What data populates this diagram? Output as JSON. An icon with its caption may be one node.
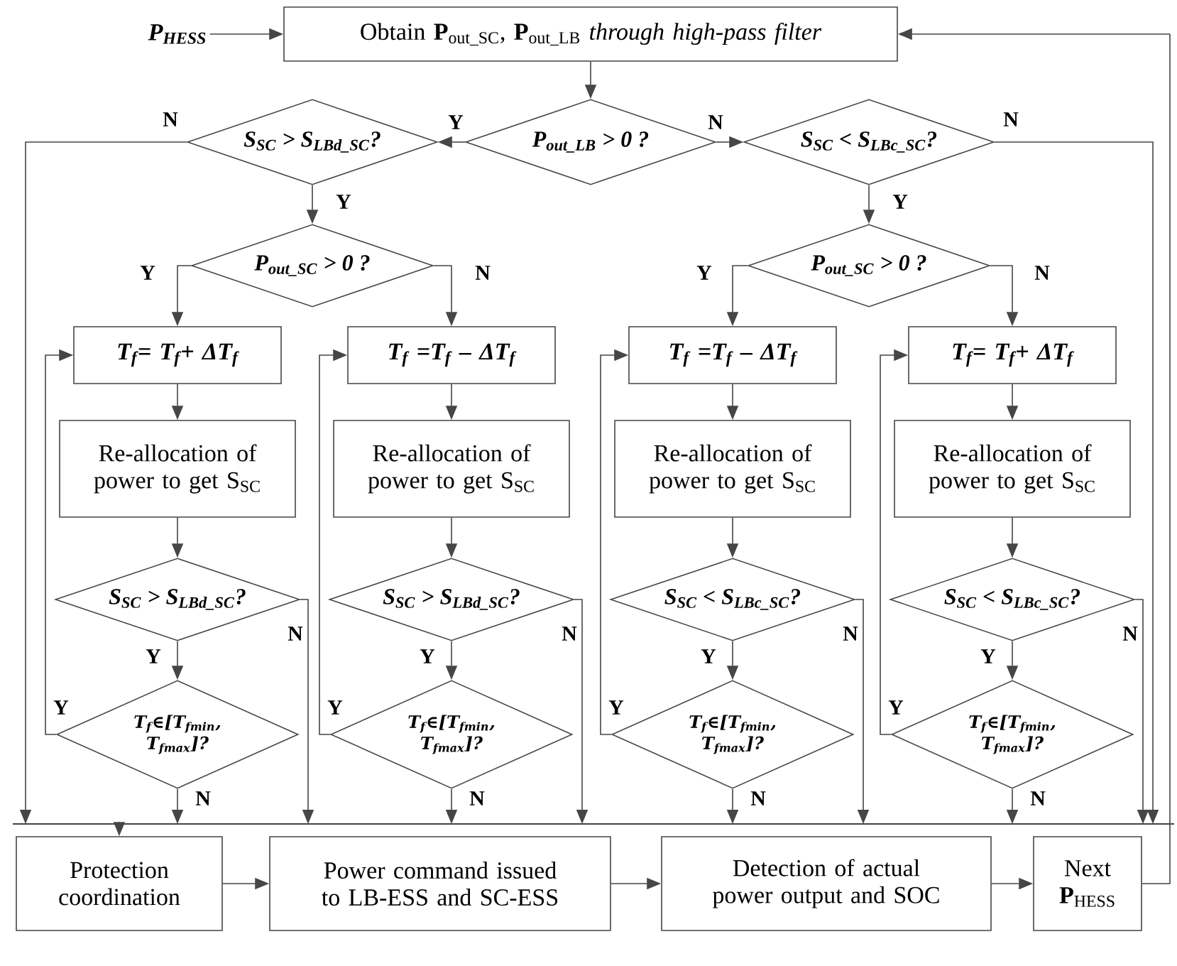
{
  "diagram": {
    "nodes": [
      {
        "text": [
          "P$_{HESS}$"
        ]
      },
      {
        "text": [
          "Obtain **P**$_{out_SC}$, **P**$_{out_LB}$ *through high-pass filter*"
        ]
      },
      {
        "text": [
          "P$_{out_LB}$ > 0 ?"
        ]
      },
      {
        "text": [
          "S$_{SC}$ > S$_{LBd_SC}$?"
        ]
      },
      {
        "text": [
          "S$_{SC}$ < S$_{LBc_SC}$?"
        ]
      },
      {
        "text": [
          "P$_{out_SC}$ > 0 ?"
        ]
      },
      {
        "text": [
          "P$_{out_SC}$ > 0 ?"
        ]
      },
      {
        "text": [
          "T$_{f}$= T$_{f}$+ ΔT$_{f}$"
        ]
      },
      {
        "text": [
          "T$_{f}$ =T$_{f}$ – ΔT$_{f}$"
        ]
      },
      {
        "text": [
          "T$_{f}$ =T$_{f}$ – ΔT$_{f}$"
        ]
      },
      {
        "text": [
          "T$_{f}$= T$_{f}$+ ΔT$_{f}$"
        ]
      },
      {
        "text": [
          "Re-allocation of power to get S$_{SC}$"
        ]
      },
      {
        "text": [
          "Re-allocation of power to get S$_{SC}$"
        ]
      },
      {
        "text": [
          "Re-allocation of power to get S$_{SC}$"
        ]
      },
      {
        "text": [
          "Re-allocation of power to get S$_{SC}$"
        ]
      },
      {
        "text": [
          "S$_{SC}$ > S$_{LBd_SC}$?"
        ]
      },
      {
        "text": [
          "S$_{SC}$ > S$_{LBd_SC}$?"
        ]
      },
      {
        "text": [
          "S$_{SC}$ < S$_{LBc_SC}$?"
        ]
      },
      {
        "text": [
          "S$_{SC}$ < S$_{LBc_SC}$?"
        ]
      },
      {
        "text": [
          "T$_{f}$∈[T$_{fmin}$, T$_{fmax}$]?"
        ]
      },
      {
        "text": [
          "T$_{f}$∈[T$_{fmin}$, T$_{fmax}$]?"
        ]
      },
      {
        "text": [
          "T$_{f}$∈[T$_{fmin}$, T$_{fmax}$]?"
        ]
      },
      {
        "text": [
          "T$_{f}$∈[T$_{fmin}$, T$_{fmax}$]?"
        ]
      },
      {
        "text": [],
        "shape": "bar"
      },
      {
        "text": [
          "Protection coordination"
        ]
      },
      {
        "text": [
          "Power command issued to LB-ESS and SC-ESS"
        ]
      },
      {
        "text": [
          "Detection of actual power output and SOC"
        ]
      },
      {
        "text": [
          "Next **P**$_{HESS}$"
        ]
      }
    ],
    "edges": [
      {
        "from": 0,
        "to": 1,
        "arrow": "to"
      },
      {
        "from": 1,
        "to": 2,
        "arrow": "to"
      },
      {
        "from": 2,
        "to": 3,
        "arrow": "to",
        "label": "Y"
      },
      {
        "from": 2,
        "to": 4,
        "arrow": "to",
        "label": "N"
      },
      {
        "from": 3,
        "to": 5,
        "arrow": "to",
        "label": "Y"
      },
      {
        "from": 3,
        "to": 23,
        "arrow": "to",
        "label": "N"
      },
      {
        "from": 4,
        "to": 6,
        "arrow": "to",
        "label": "Y"
      },
      {
        "from": 4,
        "to": 23,
        "arrow": "to",
        "label": "N"
      },
      {
        "from": 5,
        "to": 7,
        "arrow": "to",
        "label": "Y"
      },
      {
        "from": 5,
        "to": 8,
        "arrow": "to",
        "label": "N"
      },
      {
        "from": 6,
        "to": 9,
        "arrow": "to",
        "label": "Y"
      },
      {
        "from": 6,
        "to": 10,
        "arrow": "to",
        "label": "N"
      },
      {
        "from": 7,
        "to": 11,
        "arrow": "to"
      },
      {
        "from": 8,
        "to": 12,
        "arrow": "to"
      },
      {
        "from": 9,
        "to": 13,
        "arrow": "to"
      },
      {
        "from": 10,
        "to": 14,
        "arrow": "to"
      },
      {
        "from": 11,
        "to": 15,
        "arrow": "to"
      },
      {
        "from": 12,
        "to": 16,
        "arrow": "to"
      },
      {
        "from": 13,
        "to": 17,
        "arrow": "to"
      },
      {
        "from": 14,
        "to": 18,
        "arrow": "to"
      },
      {
        "from": 15,
        "to": 19,
        "arrow": "to",
        "label": "Y"
      },
      {
        "from": 16,
        "to": 20,
        "arrow": "to",
        "label": "Y"
      },
      {
        "from": 17,
        "to": 21,
        "arrow": "to",
        "label": "Y"
      },
      {
        "from": 18,
        "to": 22,
        "arrow": "to",
        "label": "Y"
      },
      {
        "from": 15,
        "to": 23,
        "arrow": "to",
        "label": "N"
      },
      {
        "from": 16,
        "to": 23,
        "arrow": "to",
        "label": "N"
      },
      {
        "from": 17,
        "to": 23,
        "arrow": "to",
        "label": "N"
      },
      {
        "from": 18,
        "to": 23,
        "arrow": "to",
        "label": "N"
      },
      {
        "from": 19,
        "to": 7,
        "arrow": "to",
        "label": "Y"
      },
      {
        "from": 20,
        "to": 8,
        "arrow": "to",
        "label": "Y"
      },
      {
        "from": 21,
        "to": 9,
        "arrow": "to",
        "label": "Y"
      },
      {
        "from": 22,
        "to": 10,
        "arrow": "to",
        "label": "Y"
      },
      {
        "from": 19,
        "to": 23,
        "arrow": "to",
        "label": "N"
      },
      {
        "from": 20,
        "to": 23,
        "arrow": "to",
        "label": "N"
      },
      {
        "from": 21,
        "to": 23,
        "arrow": "to",
        "label": "N"
      },
      {
        "from": 22,
        "to": 23,
        "arrow": "to",
        "label": "N"
      },
      {
        "from": 23,
        "to": 24,
        "arrow": "to"
      },
      {
        "from": 24,
        "to": 25,
        "arrow": "to"
      },
      {
        "from": 25,
        "to": 26,
        "arrow": "to"
      },
      {
        "from": 26,
        "to": 27,
        "arrow": "to"
      },
      {
        "from": 27,
        "to": 1,
        "arrow": "to"
      }
    ]
  }
}
